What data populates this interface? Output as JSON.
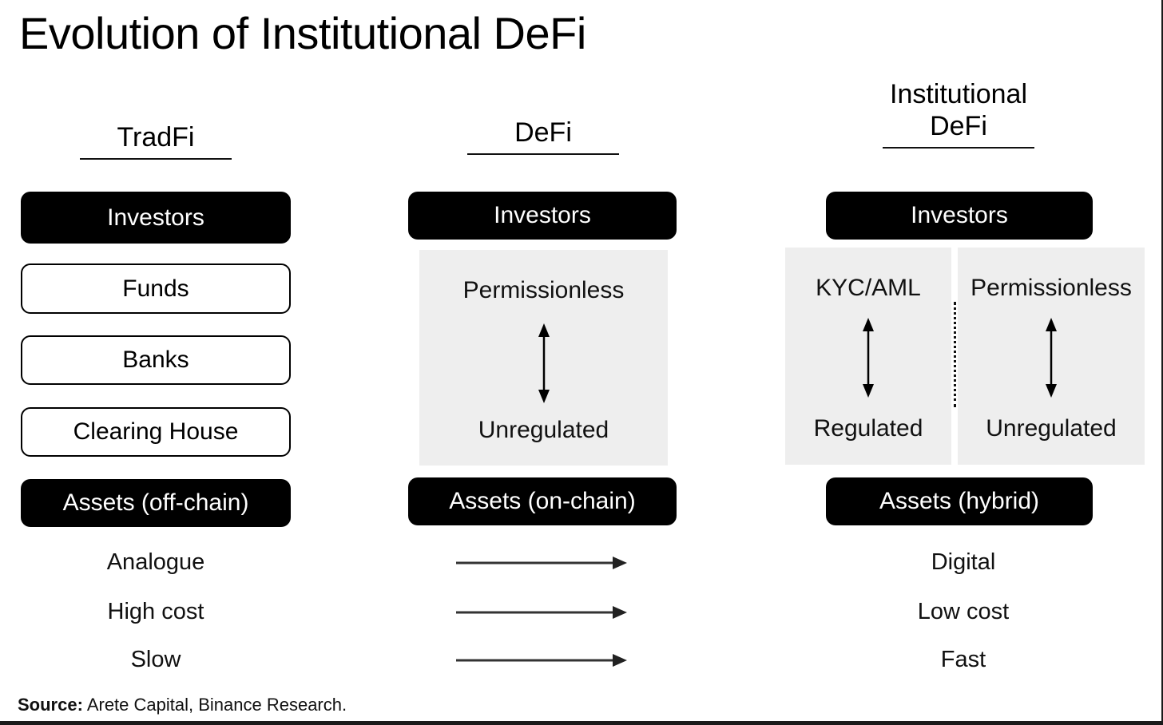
{
  "slide": {
    "title": "Evolution of Institutional DeFi",
    "source_prefix": "Source:",
    "source_text": " Arete Capital, Binance Research.",
    "colors": {
      "box_dark": "#000000",
      "box_text_light": "#ffffff",
      "panel_gray": "#eeeeee",
      "ink": "#000000"
    }
  },
  "columns": [
    {
      "id": "tradfi",
      "header": "TradFi",
      "header_line2": "",
      "boxes": [
        {
          "label": "Investors",
          "style": "dark"
        },
        {
          "label": "Funds",
          "style": "outline"
        },
        {
          "label": "Banks",
          "style": "outline"
        },
        {
          "label": "Clearing House",
          "style": "outline"
        },
        {
          "label": "Assets (off-chain)",
          "style": "dark"
        }
      ],
      "panels": []
    },
    {
      "id": "defi",
      "header": "DeFi",
      "header_line2": "",
      "boxes": [
        {
          "label": "Investors",
          "style": "dark"
        },
        {
          "label": "Assets (on-chain)",
          "style": "dark"
        }
      ],
      "panels": [
        {
          "top_label": "Permissionless",
          "bottom_label": "Unregulated",
          "arrow": "double-vertical"
        }
      ]
    },
    {
      "id": "institutional-defi",
      "header": "Institutional",
      "header_line2": "DeFi",
      "boxes": [
        {
          "label": "Investors",
          "style": "dark"
        },
        {
          "label": "Assets (hybrid)",
          "style": "dark"
        }
      ],
      "panels": [
        {
          "top_label": "KYC/AML",
          "bottom_label": "Regulated",
          "arrow": "double-vertical"
        },
        {
          "top_label": "Permissionless",
          "bottom_label": "Unregulated",
          "arrow": "double-vertical"
        }
      ]
    }
  ],
  "comparisons": [
    {
      "left": "Analogue",
      "right": "Digital",
      "arrow": "right"
    },
    {
      "left": "High cost",
      "right": "Low cost",
      "arrow": "right"
    },
    {
      "left": "Slow",
      "right": "Fast",
      "arrow": "right"
    }
  ]
}
